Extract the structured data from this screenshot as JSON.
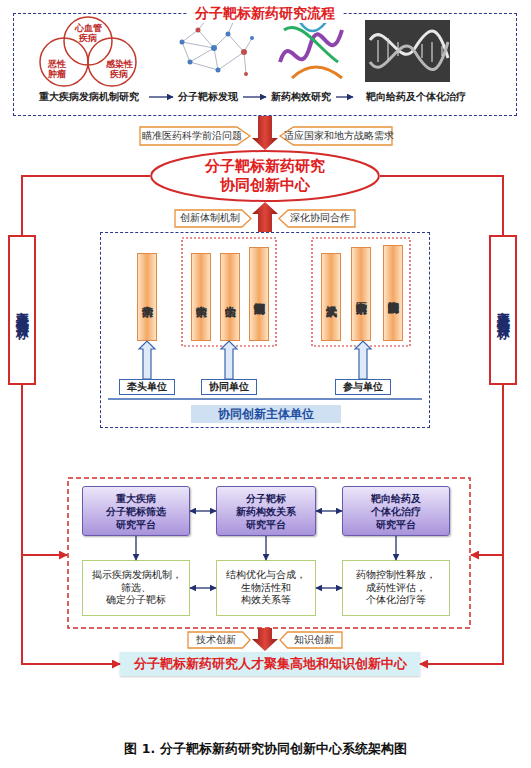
{
  "diagram": {
    "caption": "图 1. 分子靶标新药研究协同创新中心系统架构图",
    "nodes": [
      {
        "text": [
          "分子靶标新药研究流程"
        ]
      },
      {
        "text": [
          "心血管 疾病"
        ],
        "in": 0
      },
      {
        "text": [
          "恶性 肿瘤"
        ],
        "in": 0
      },
      {
        "text": [
          "感染性 疾病"
        ],
        "in": 0
      },
      {
        "text": [
          "重大疾病发病机制研究"
        ],
        "in": 0
      },
      {
        "text": [
          "分子靶标发现"
        ],
        "in": 0
      },
      {
        "text": [
          "新药构效研究"
        ],
        "in": 0
      },
      {
        "text": [
          "靶向给药及个体化治疗"
        ],
        "in": 0
      },
      {
        "text": [
          "瞄准医药科学前沿问题"
        ]
      },
      {
        "text": [
          "适应国家和地方战略需求"
        ]
      },
      {
        "text": [
          "分子靶标新药研究 协同创新中心"
        ]
      },
      {
        "text": [
          "创新体制机制"
        ]
      },
      {
        "text": [
          "深化协同合作"
        ]
      },
      {
        "text": [
          "协同创新主体单位"
        ]
      },
      {
        "text": [
          "南华大学"
        ],
        "in": 13
      },
      {
        "text": [
          "中南大学"
        ],
        "in": 13
      },
      {
        "text": [
          "中山大学"
        ],
        "in": 13
      },
      {
        "text": [
          "湖南恒生制药"
        ],
        "in": 13
      },
      {
        "text": [
          "武汉大学"
        ],
        "in": 13
      },
      {
        "text": [
          "南京中医药大学"
        ],
        "in": 13
      },
      {
        "text": [
          "中科院上海药物所"
        ],
        "in": 13
      },
      {
        "text": [
          "牵头单位"
        ],
        "in": 13
      },
      {
        "text": [
          "协同单位"
        ],
        "in": 13
      },
      {
        "text": [
          "参与单位"
        ],
        "in": 13
      },
      {
        "text": [
          "重大疾病 分子靶标筛选 研究平台"
        ]
      },
      {
        "text": [
          "分子靶标 新药构效关系 研究平台"
        ]
      },
      {
        "text": [
          "靶向给药及 个体化治疗 研究平台"
        ]
      },
      {
        "text": [
          "揭示疾病发病机制， 筛选、确定分子靶标"
        ]
      },
      {
        "text": [
          "结构优化与合成， 生物活性和 构效关系等"
        ]
      },
      {
        "text": [
          "药物控制性释放， 成药性评估， 个体化治疗等"
        ]
      },
      {
        "text": [
          "技术创新"
        ]
      },
      {
        "text": [
          "知识创新"
        ]
      },
      {
        "text": [
          "分子靶标新药研究人才聚集高地和知识创新中心"
        ]
      },
      {
        "text": [
          "主要建设任务与目标"
        ]
      },
      {
        "text": [
          "主要建设任务与目标"
        ]
      }
    ],
    "edges": [
      {
        "from": 4,
        "to": 5,
        "arrow": "to"
      },
      {
        "from": 5,
        "to": 6,
        "arrow": "to"
      },
      {
        "from": 6,
        "to": 7,
        "arrow": "to"
      },
      {
        "from": 0,
        "to": 10,
        "arrow": "to"
      },
      {
        "from": 13,
        "to": 10,
        "arrow": "to"
      },
      {
        "from": 21,
        "to": 14,
        "arrow": "to"
      },
      {
        "from": 22,
        "to": 16,
        "arrow": "to"
      },
      {
        "from": 23,
        "to": 19,
        "arrow": "to"
      },
      {
        "from": 24,
        "to": 25,
        "arrow": "both"
      },
      {
        "from": 25,
        "to": 26,
        "arrow": "both"
      },
      {
        "from": 24,
        "to": 27,
        "arrow": "to"
      },
      {
        "from": 25,
        "to": 28,
        "arrow": "to"
      },
      {
        "from": 26,
        "to": 29,
        "arrow": "to"
      },
      {
        "from": 27,
        "to": 28,
        "arrow": "both"
      },
      {
        "from": 28,
        "to": 29,
        "arrow": "both"
      },
      {
        "from": 10,
        "to": 33,
        "arrow": "none"
      },
      {
        "from": 33,
        "to": 32,
        "arrow": "to"
      },
      {
        "from": 10,
        "to": 34,
        "arrow": "none"
      },
      {
        "from": 34,
        "to": 32,
        "arrow": "to"
      }
    ]
  }
}
